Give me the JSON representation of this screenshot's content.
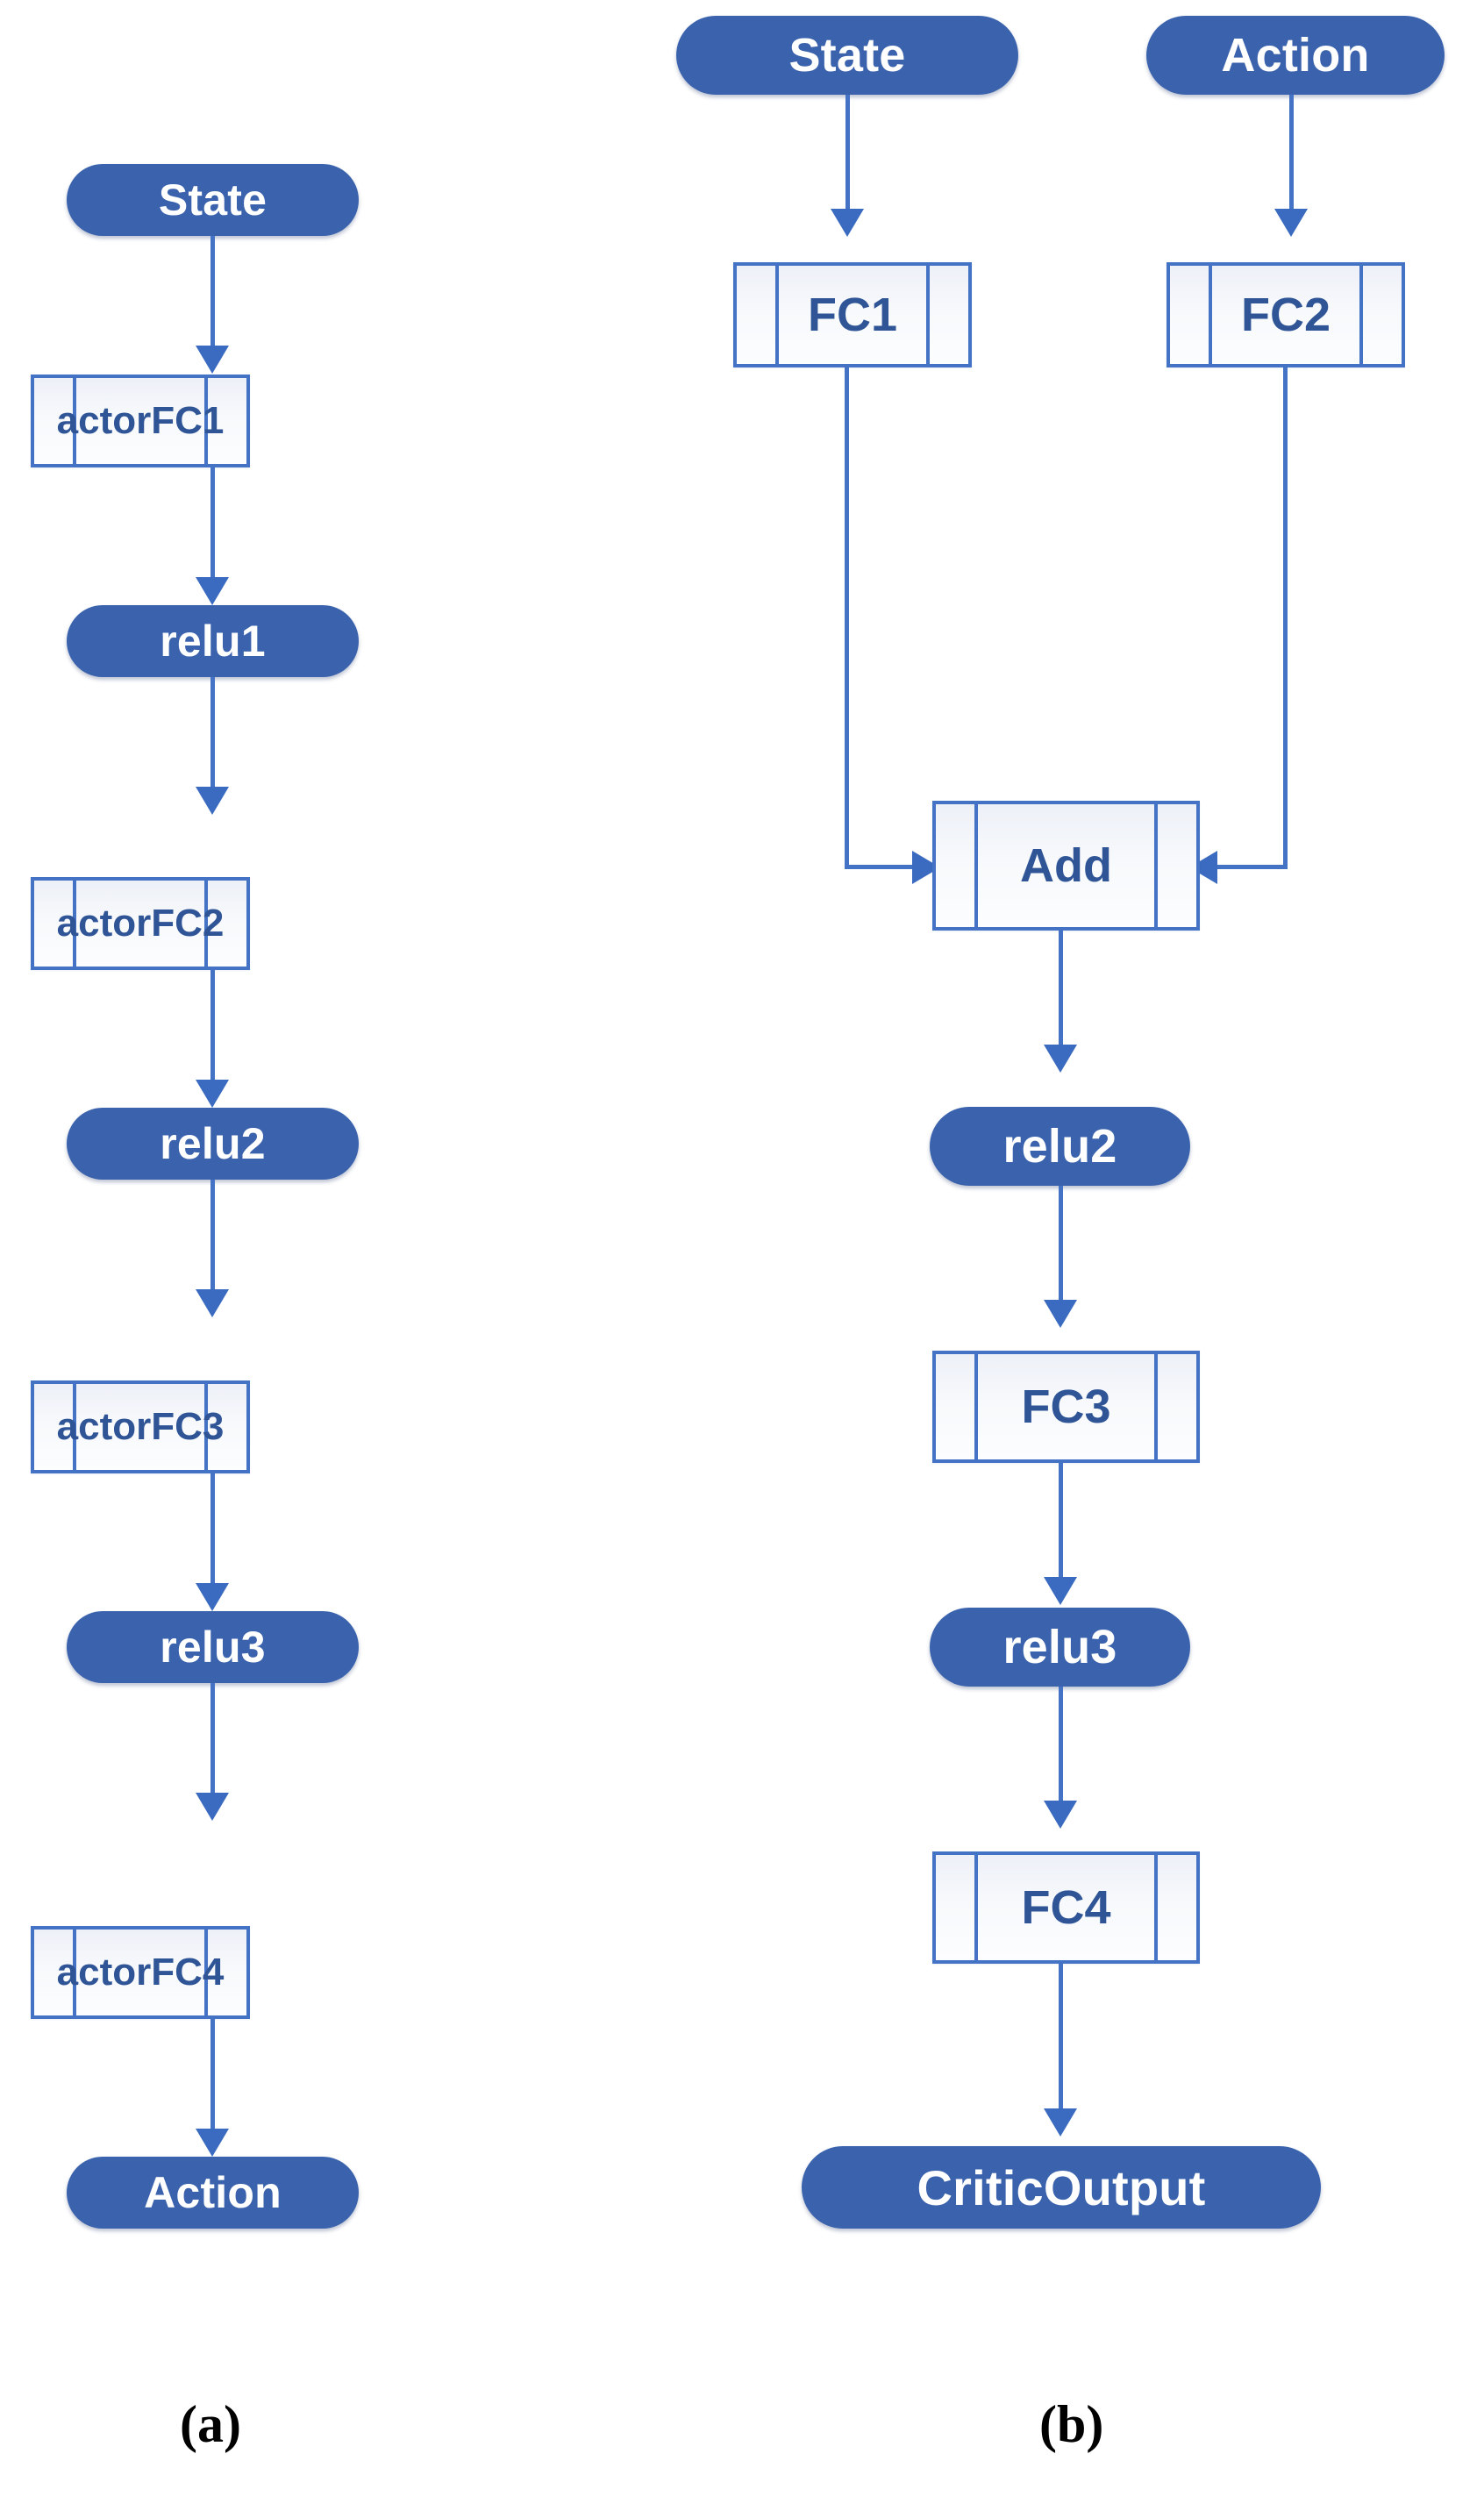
{
  "figure": {
    "colors": {
      "pill_fill": "#3B63AD",
      "pill_text": "#FFFFFF",
      "box_border": "#4472C4",
      "box_fill": "#F5F7FB",
      "box_text": "#2F5597",
      "connector": "#4472C4",
      "arrowhead": "#3A6BC0",
      "caption_text": "#000000",
      "background": "#FFFFFF"
    },
    "panels": [
      {
        "id": "a",
        "caption": "(a)",
        "title": "Actor network",
        "nodes": [
          {
            "id": "a-state",
            "label": "State",
            "shape": "pill"
          },
          {
            "id": "a-fc1",
            "label": "actorFC1",
            "shape": "process"
          },
          {
            "id": "a-relu1",
            "label": "relu1",
            "shape": "pill"
          },
          {
            "id": "a-fc2",
            "label": "actorFC2",
            "shape": "process"
          },
          {
            "id": "a-relu2",
            "label": "relu2",
            "shape": "pill"
          },
          {
            "id": "a-fc3",
            "label": "actorFC3",
            "shape": "process"
          },
          {
            "id": "a-relu3",
            "label": "relu3",
            "shape": "pill"
          },
          {
            "id": "a-fc4",
            "label": "actorFC4",
            "shape": "process"
          },
          {
            "id": "a-action",
            "label": "Action",
            "shape": "pill"
          }
        ],
        "edges": [
          {
            "from": "a-state",
            "to": "a-fc1",
            "type": "straight-down"
          },
          {
            "from": "a-fc1",
            "to": "a-relu1",
            "type": "straight-down"
          },
          {
            "from": "a-relu1",
            "to": "a-fc2",
            "type": "straight-down"
          },
          {
            "from": "a-fc2",
            "to": "a-relu2",
            "type": "straight-down"
          },
          {
            "from": "a-relu2",
            "to": "a-fc3",
            "type": "straight-down"
          },
          {
            "from": "a-fc3",
            "to": "a-relu3",
            "type": "straight-down"
          },
          {
            "from": "a-relu3",
            "to": "a-fc4",
            "type": "straight-down"
          },
          {
            "from": "a-fc4",
            "to": "a-action",
            "type": "straight-down"
          }
        ]
      },
      {
        "id": "b",
        "caption": "(b)",
        "title": "Critic network",
        "nodes": [
          {
            "id": "b-state",
            "label": "State",
            "shape": "pill"
          },
          {
            "id": "b-action",
            "label": "Action",
            "shape": "pill"
          },
          {
            "id": "b-fc1",
            "label": "FC1",
            "shape": "process"
          },
          {
            "id": "b-fc2",
            "label": "FC2",
            "shape": "process"
          },
          {
            "id": "b-add",
            "label": "Add",
            "shape": "process"
          },
          {
            "id": "b-relu2",
            "label": "relu2",
            "shape": "pill"
          },
          {
            "id": "b-fc3",
            "label": "FC3",
            "shape": "process"
          },
          {
            "id": "b-relu3",
            "label": "relu3",
            "shape": "pill"
          },
          {
            "id": "b-fc4",
            "label": "FC4",
            "shape": "process"
          },
          {
            "id": "b-out",
            "label": "CriticOutput",
            "shape": "pill"
          }
        ],
        "edges": [
          {
            "from": "b-state",
            "to": "b-fc1",
            "type": "straight-down"
          },
          {
            "from": "b-action",
            "to": "b-fc2",
            "type": "straight-down"
          },
          {
            "from": "b-fc1",
            "to": "b-add",
            "type": "elbow-down-right"
          },
          {
            "from": "b-fc2",
            "to": "b-add",
            "type": "elbow-down-left"
          },
          {
            "from": "b-add",
            "to": "b-relu2",
            "type": "straight-down"
          },
          {
            "from": "b-relu2",
            "to": "b-fc3",
            "type": "straight-down"
          },
          {
            "from": "b-fc3",
            "to": "b-relu3",
            "type": "straight-down"
          },
          {
            "from": "b-relu3",
            "to": "b-fc4",
            "type": "straight-down"
          },
          {
            "from": "b-fc4",
            "to": "b-out",
            "type": "straight-down"
          }
        ]
      }
    ]
  }
}
